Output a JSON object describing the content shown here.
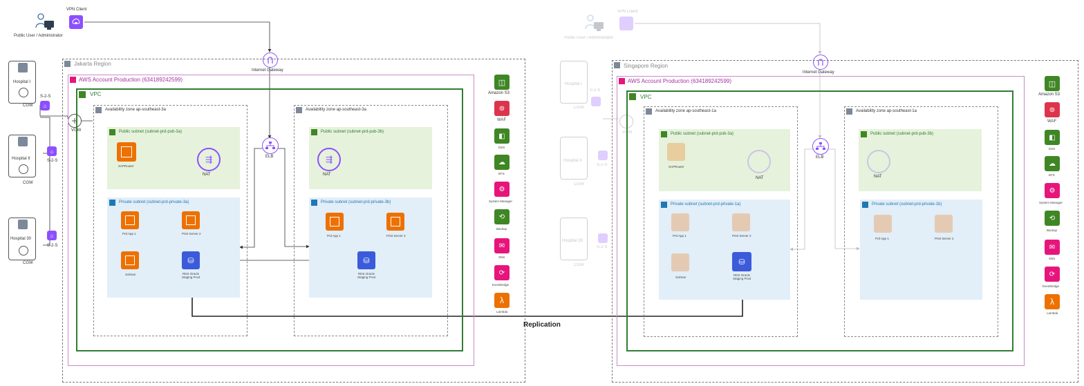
{
  "left": {
    "vpn_client": "VPN Client",
    "public_user": "Public User / Administrator",
    "internet_gateway": "Internet Gateway",
    "region": "Jakarta Region",
    "account": "AWS Account Production (634189242599)",
    "vpc": "VPC",
    "az_a": "Availability zone ap-southeast-3a",
    "az_b": "Availability zone ap-southeast-3a",
    "pub_a": "Public subnet (subnet-prd-pub-3a)",
    "pub_b": "Public subnet (subnet-prd-pub-3b)",
    "priv_a": "Private subnet (subnet-prd-private-3a)",
    "priv_b": "Private subnet (subnet-prd-private-3b)",
    "sap_router": "SAPRouter",
    "nat": "NAT",
    "nat_b": "NAT",
    "elb": "ELB",
    "vgw": "VGW",
    "hospitals": [
      "Hospital I",
      "Hospital II",
      "Hospital 30"
    ],
    "cgw": "CGW",
    "s2s": "S-2-S",
    "priv_a_items": [
      "Prd App 1",
      "Print Server 2",
      "Solman",
      "RDS Oracle Staging Prod"
    ],
    "priv_b_items": [
      "Prd App 1",
      "Print Server 3",
      "RDS Oracle Staging Prod"
    ],
    "services": [
      "Amazon S3",
      "WAF",
      "DSS",
      "EFS",
      "System Manager",
      "Backup",
      "SNS",
      "Eventbridge",
      "Lambda"
    ]
  },
  "right": {
    "vpn_client": "VPN Client",
    "public_user": "Public User / Administrator",
    "internet_gateway": "Internet Gateway",
    "region": "Singapore Region",
    "account": "AWS Account Production (634189242599)",
    "vpc": "VPC",
    "az_a": "Availability zone ap-southeast-1a",
    "az_b": "Availability zone ap-southeast-1a",
    "pub_a": "Public subnet (subnet-prd-pub-3a)",
    "pub_b": "Public subnet (subnet-prd-pub-3b)",
    "priv_a": "Private subnet (subnet-prd-private-1a)",
    "priv_b": "Private subnet (subnet-prd-private-1b)",
    "sap_router": "SAPRouter",
    "nat": "NAT",
    "nat_b": "NAT",
    "elb": "ELB",
    "vgw": "VGW",
    "hospitals": [
      "Hospital I",
      "Hospital II",
      "Hospital 30"
    ],
    "cgw": "CGW",
    "s2s": "S-2-S",
    "priv_a_items": [
      "Prd App 1",
      "Print Server 2",
      "Solman",
      "RDS Oracle Staging Prod"
    ],
    "priv_b_items": [
      "Prd App 1",
      "Print Server 2"
    ],
    "services": [
      "Amazon S3",
      "WAF",
      "DSS",
      "EFS",
      "System Manager",
      "Backup",
      "SNS",
      "Eventbridge",
      "Lambda"
    ]
  },
  "replication": "Replication",
  "colors": {
    "region_border": "#777777",
    "account_border": "#c98ac9",
    "vpc_border": "#2e7d32",
    "public_subnet": "#e6f2dc",
    "private_subnet": "#e2eef8",
    "compute": "#ed7100",
    "network": "#8c4fff",
    "database": "#3b5bdb"
  }
}
